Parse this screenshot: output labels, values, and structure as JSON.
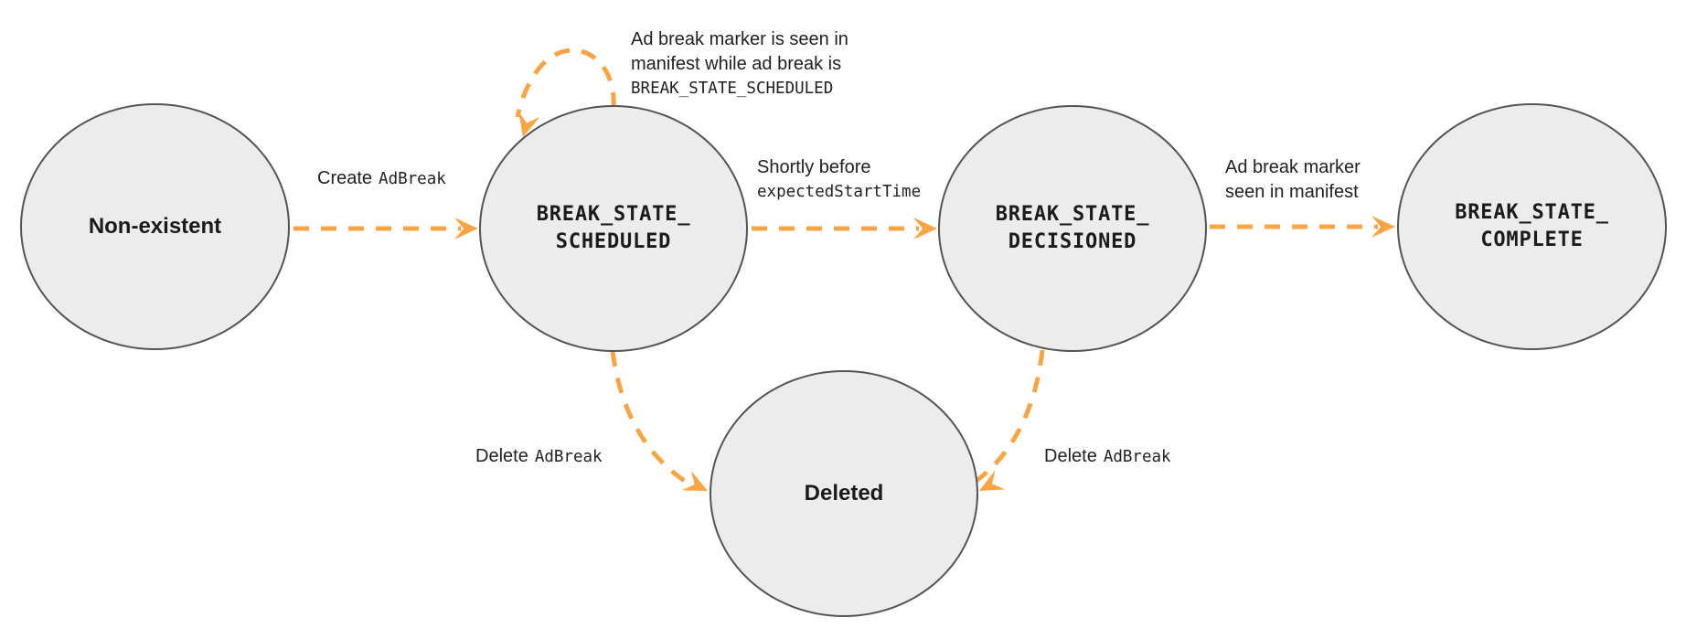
{
  "colors": {
    "background": "#ffffff",
    "node_fill": "#ececec",
    "node_border": "#545454",
    "arrow": "#f9a546",
    "text": "#202124"
  },
  "nodes": {
    "non_existent": {
      "label": "Non-existent"
    },
    "scheduled": {
      "line1": "BREAK_STATE_",
      "line2": "SCHEDULED"
    },
    "decisioned": {
      "line1": "BREAK_STATE_",
      "line2": "DECISIONED"
    },
    "complete": {
      "line1": "BREAK_STATE_",
      "line2": "COMPLETE"
    },
    "deleted": {
      "label": "Deleted"
    }
  },
  "edges": {
    "create": {
      "text": "Create",
      "code": "AdBreak"
    },
    "self_loop": {
      "line1": "Ad break marker is seen in",
      "line2": "manifest while ad break is",
      "code": "BREAK_STATE_SCHEDULED"
    },
    "shortly_before": {
      "text": "Shortly before",
      "code": "expectedStartTime"
    },
    "marker_seen": {
      "line1": "Ad break marker",
      "line2": "seen in manifest"
    },
    "delete_from_scheduled": {
      "text": "Delete",
      "code": "AdBreak"
    },
    "delete_from_decisioned": {
      "text": "Delete",
      "code": "AdBreak"
    }
  }
}
